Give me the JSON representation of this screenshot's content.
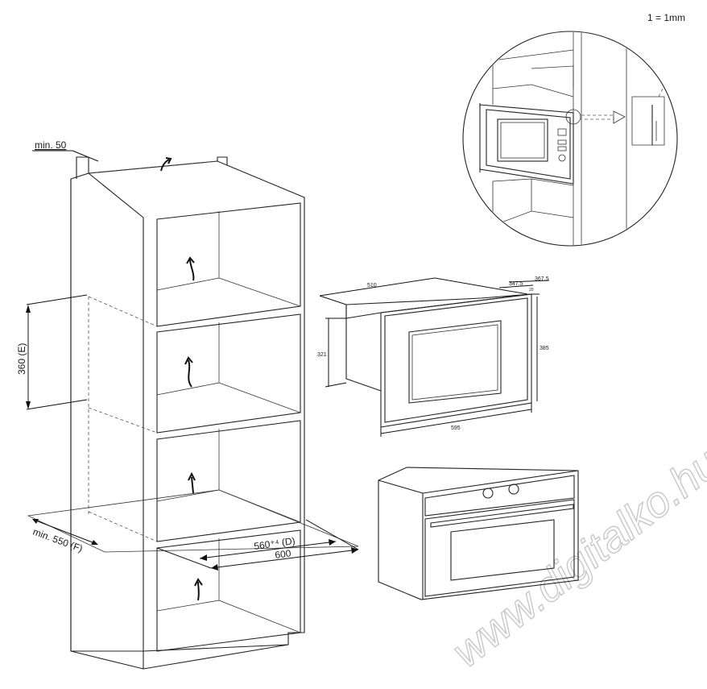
{
  "scale_note": "1 = 1mm",
  "labels": {
    "min_top": "min. 50",
    "height_e": "360 (E)",
    "min_f": "min. 550 (F)",
    "depth_d": "560⁺⁴ (D)",
    "width_600": "600"
  },
  "appliance_dims": {
    "d510": "510",
    "d347": "347.5",
    "d367": "367.5",
    "d20": "20",
    "d321": "321",
    "d385": "385",
    "d595": "595"
  },
  "watermark": "www.digitalko.hu"
}
